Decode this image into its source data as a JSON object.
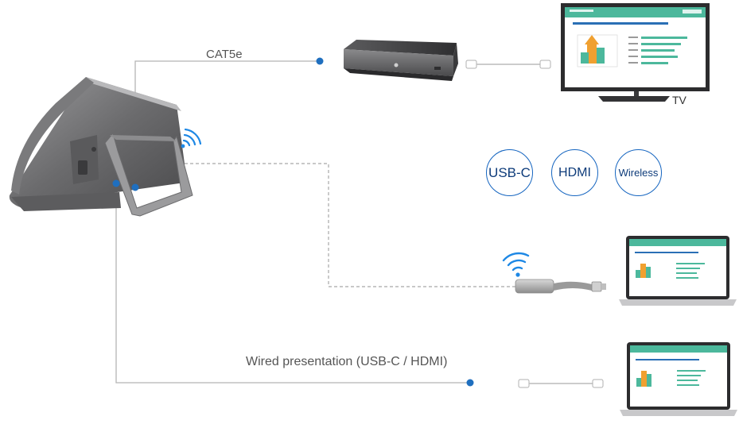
{
  "links": {
    "cat5e_label": "CAT5e",
    "wired_label": "Wired presentation (USB-C / HDMI)"
  },
  "tv": {
    "label": "TV"
  },
  "badges": [
    {
      "id": "usbc",
      "label": "USB-C"
    },
    {
      "id": "hdmi",
      "label": "HDMI"
    },
    {
      "id": "wireless",
      "label": "Wireless"
    }
  ],
  "colors": {
    "line": "#b5b5b5",
    "node": "#1f6fbf",
    "badge_border": "#1565c0",
    "screen_green": "#4cb89c",
    "screen_orange": "#f0a030",
    "device_grey": "#6e6e70"
  }
}
